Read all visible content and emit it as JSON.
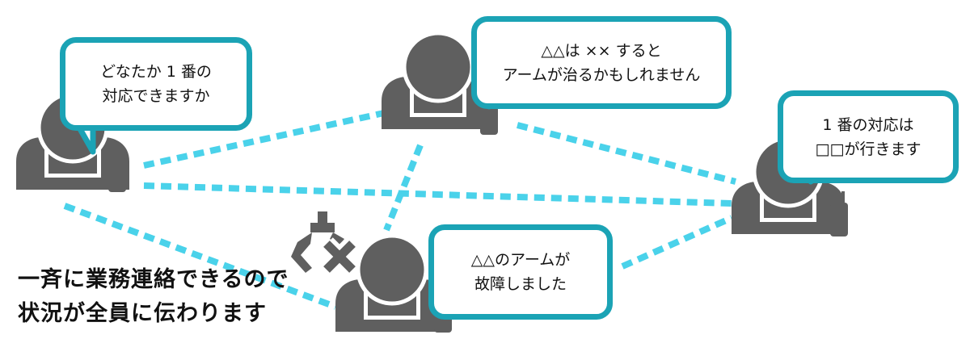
{
  "colors": {
    "accent": "#1ba3b5",
    "link_line": "#4ad2ea",
    "figure": "#5f5f5f",
    "error_mark": "#5f5f5f"
  },
  "bubbles": [
    {
      "id": "worker-left",
      "lines": [
        "どなたか 1 番の",
        "対応できますか"
      ]
    },
    {
      "id": "worker-top",
      "lines": [
        "△△は ×× すると",
        "アームが治るかもしれません"
      ]
    },
    {
      "id": "worker-right",
      "lines": [
        "1 番の対応は",
        "□□が行きます"
      ]
    },
    {
      "id": "worker-bottom",
      "lines": [
        "△△のアームが",
        "故障しました"
      ]
    }
  ],
  "caption": {
    "line1": "一斉に業務連絡できるので",
    "line2": "状況が全員に伝わります"
  },
  "icons": {
    "worker": "worker-with-radio-icon",
    "broken_arm": "robot-arm-broken-icon"
  }
}
